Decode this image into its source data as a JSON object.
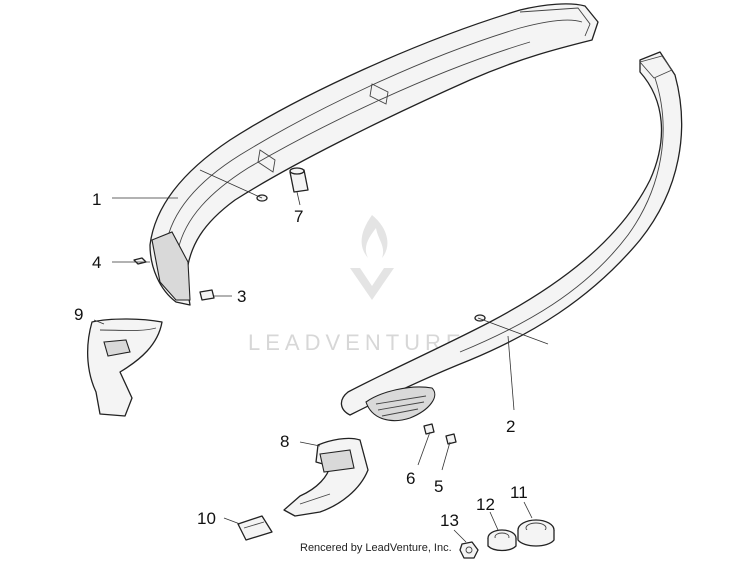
{
  "watermark": {
    "brand": "LEADVENTURE",
    "logo_icon": "flame-v-logo-icon"
  },
  "credit": "Rencered by LeadVenture, Inc.",
  "callouts": {
    "c1": "1",
    "c2": "2",
    "c3": "3",
    "c4": "4",
    "c5": "5",
    "c6": "6",
    "c7": "7",
    "c8": "8",
    "c9": "9",
    "c10": "10",
    "c11": "11",
    "c12": "12",
    "c13": "13"
  }
}
